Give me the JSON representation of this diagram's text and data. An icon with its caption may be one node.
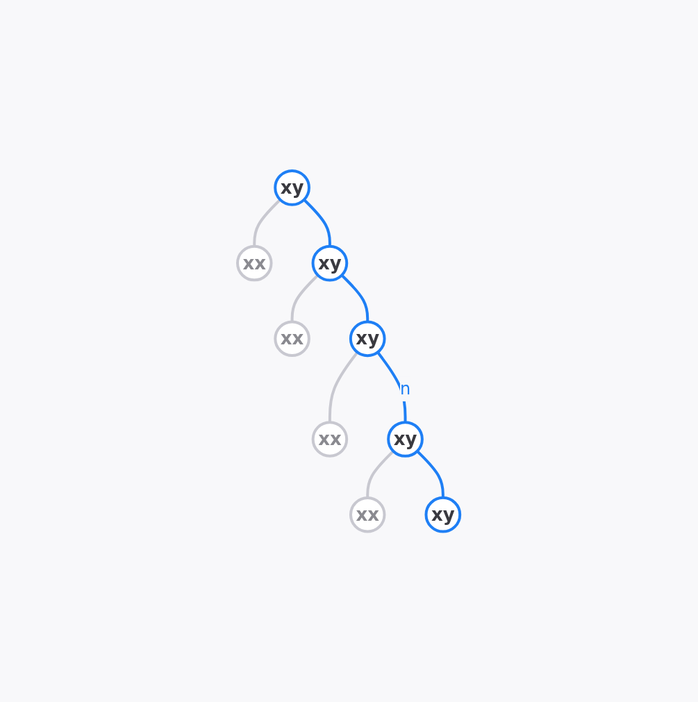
{
  "diagram": {
    "nodes": [
      {
        "text": [
          "xy"
        ]
      },
      {
        "text": [
          "xx"
        ]
      },
      {
        "text": [
          "xy"
        ]
      },
      {
        "text": [
          "xx"
        ]
      },
      {
        "text": [
          "xy"
        ]
      },
      {
        "text": [
          "xx"
        ]
      },
      {
        "text": [
          "xy"
        ]
      },
      {
        "text": [
          "xx"
        ]
      },
      {
        "text": [
          "xy"
        ]
      }
    ],
    "edges": [
      {
        "from": 0,
        "to": 1,
        "arrow": "none",
        "color": "#c8c8d0"
      },
      {
        "from": 0,
        "to": 2,
        "arrow": "none",
        "color": "#1e7ff5"
      },
      {
        "from": 2,
        "to": 3,
        "arrow": "none",
        "color": "#c8c8d0"
      },
      {
        "from": 2,
        "to": 4,
        "arrow": "none",
        "color": "#1e7ff5"
      },
      {
        "from": 4,
        "to": 5,
        "arrow": "none",
        "color": "#c8c8d0"
      },
      {
        "from": 4,
        "to": 6,
        "arrow": "none",
        "label": "n",
        "color": "#1e7ff5"
      },
      {
        "from": 6,
        "to": 7,
        "arrow": "none",
        "color": "#c8c8d0"
      },
      {
        "from": 6,
        "to": 8,
        "arrow": "none",
        "color": "#1e7ff5"
      }
    ]
  }
}
